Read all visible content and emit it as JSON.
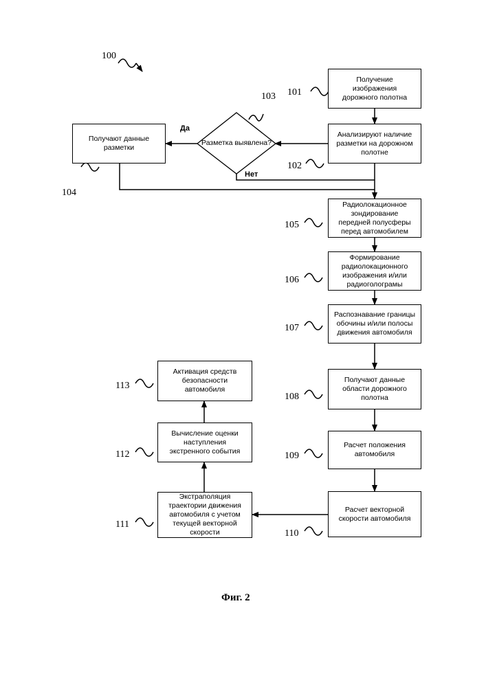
{
  "diagram": {
    "ref": "100",
    "caption": "Фиг. 2",
    "decision": {
      "ref": "103",
      "text": "Разметка выявлена?",
      "yes": "Да",
      "no": "Нет"
    },
    "steps": {
      "s101": {
        "ref": "101",
        "text": "Получение\nизображения\nдорожного полотна"
      },
      "s102": {
        "ref": "102",
        "text": "Анализируют наличие\nразметки на дорожном\nполотне"
      },
      "s104": {
        "ref": "104",
        "text": "Получают данные\nразметки"
      },
      "s105": {
        "ref": "105",
        "text": "Радиолокационное\nзондирование\nпередней полусферы\nперед автомобилем"
      },
      "s106": {
        "ref": "106",
        "text": "Формирование\nрадиолокационного\nизображения и/или\nрадиоголограмы"
      },
      "s107": {
        "ref": "107",
        "text": "Распознавание границы\nобочины и/или полосы\nдвижения автомобиля"
      },
      "s108": {
        "ref": "108",
        "text": "Получают данные\nобласти дорожного\nполотна"
      },
      "s109": {
        "ref": "109",
        "text": "Расчет положения\nавтомобиля"
      },
      "s110": {
        "ref": "110",
        "text": "Расчет векторной\nскорости автомобиля"
      },
      "s111": {
        "ref": "111",
        "text": "Экстраполяция\nтраектории движения\nавтомобиля с учетом\nтекущей векторной\nскорости"
      },
      "s112": {
        "ref": "112",
        "text": "Вычисление оценки\nнаступления\nэкстренного события"
      },
      "s113": {
        "ref": "113",
        "text": "Активация средств\nбезопасности\nавтомобиля"
      }
    }
  }
}
